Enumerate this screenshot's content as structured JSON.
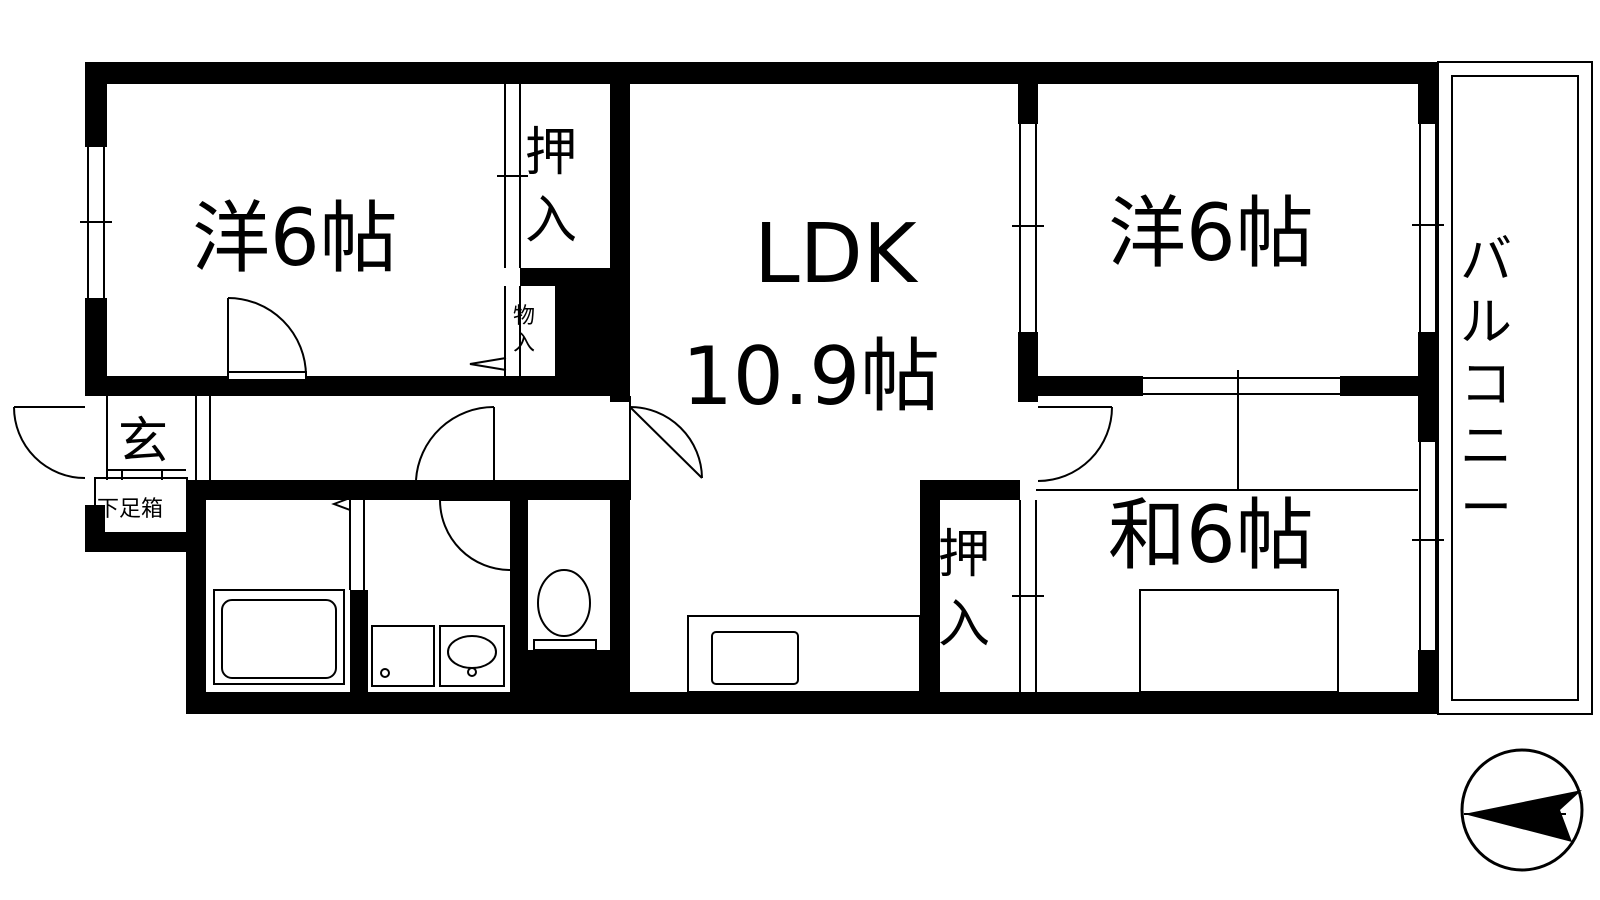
{
  "rooms": {
    "western_room_left": {
      "label": "洋6帖"
    },
    "closet_left": {
      "line1": "押",
      "line2": "入"
    },
    "storage_small": {
      "line1": "物",
      "line2": "入"
    },
    "ldk": {
      "line1": "LDK",
      "line2": "10.9帖"
    },
    "western_room_right": {
      "label": "洋6帖"
    },
    "japanese_room": {
      "label": "和6帖"
    },
    "closet_center": {
      "line1": "押",
      "line2": "入"
    },
    "entrance": {
      "label": "玄"
    },
    "shoe_box": {
      "label": "下足箱"
    },
    "balcony": {
      "chars": [
        "バ",
        "ル",
        "コ",
        "ニ",
        "ー"
      ]
    }
  },
  "icons": {
    "compass": "north-arrow-icon"
  },
  "colors": {
    "wall": "#000000",
    "background": "#ffffff"
  }
}
